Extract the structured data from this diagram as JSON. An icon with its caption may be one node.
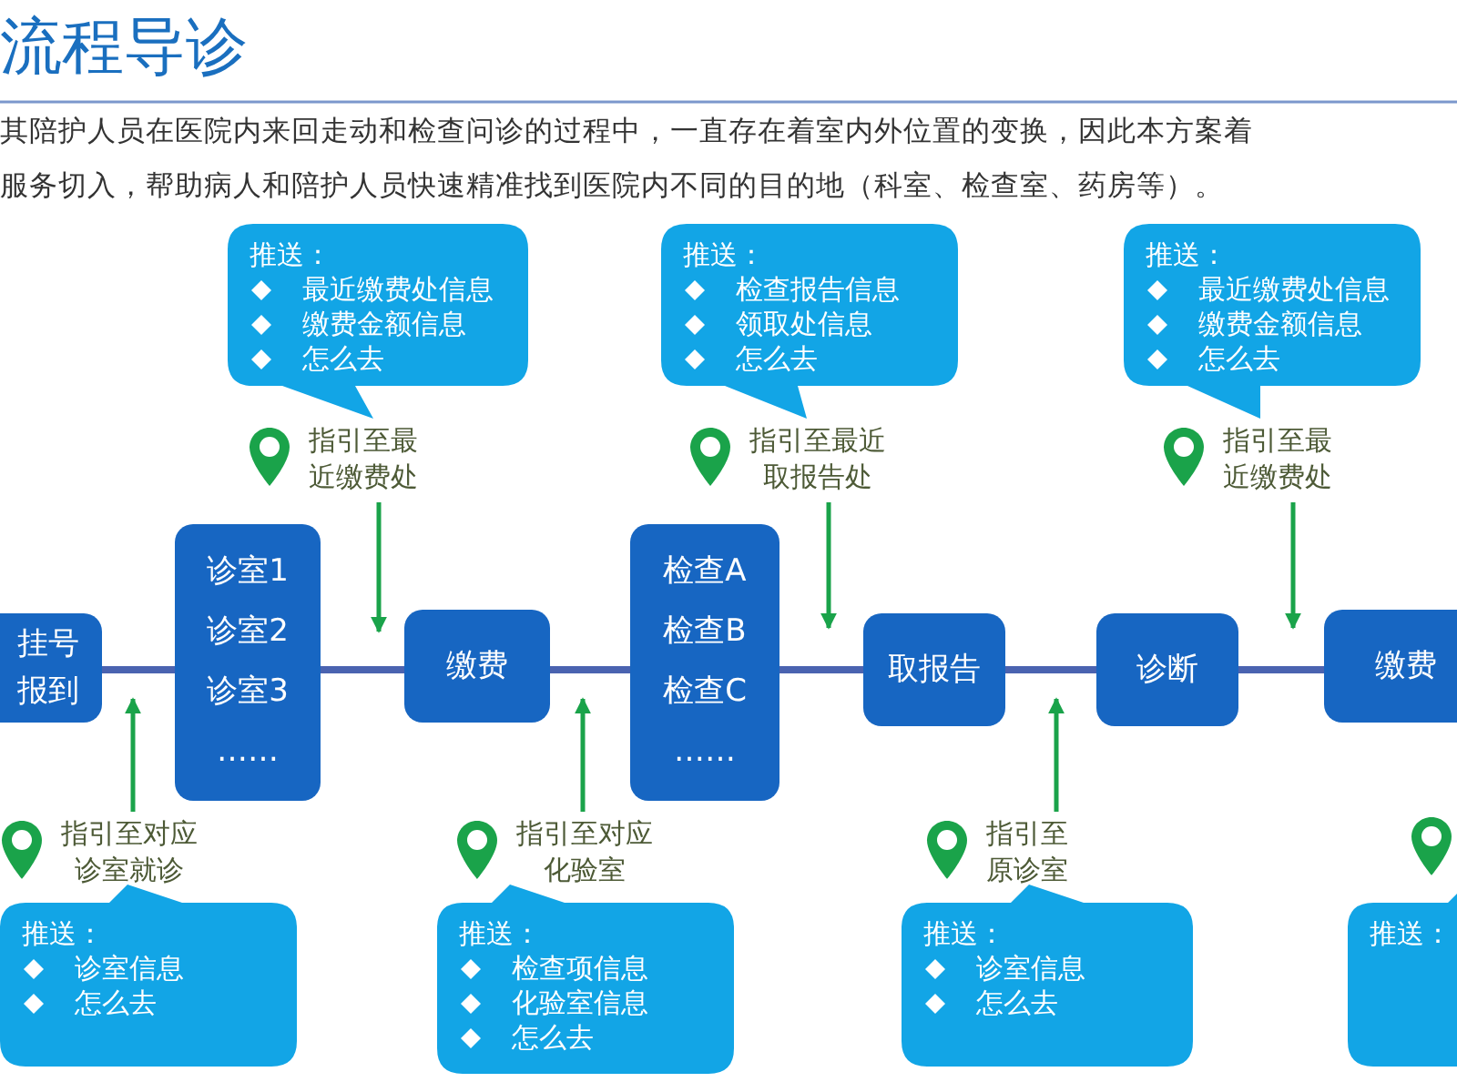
{
  "diagram": {
    "title": "流程导诊",
    "nodes": [
      {
        "text": [
          "推送：",
          "最近缴费处信息",
          "缴费金额信息",
          "怎么去"
        ]
      },
      {
        "text": [
          "推送：",
          "检查报告信息",
          "领取处信息",
          "怎么去"
        ]
      },
      {
        "text": [
          "推送：",
          "最近缴费处信息",
          "缴费金额信息",
          "怎么去"
        ]
      },
      {
        "text": [
          "指引至最近缴费处"
        ]
      },
      {
        "text": [
          "指引至最近取报告处"
        ]
      },
      {
        "text": [
          "指引至最近缴费处"
        ]
      },
      {
        "text": [
          "挂号报到"
        ]
      },
      {
        "text": [
          "诊室1",
          "诊室2",
          "诊室3",
          "……"
        ]
      },
      {
        "text": [
          "缴费"
        ]
      },
      {
        "text": [
          "检查A",
          "检查B",
          "检查C",
          "……"
        ]
      },
      {
        "text": [
          "取报告"
        ]
      },
      {
        "text": [
          "诊断"
        ]
      },
      {
        "text": [
          "缴费"
        ]
      },
      {
        "text": [
          "指引至对应诊室就诊"
        ]
      },
      {
        "text": [
          "指引至对应化验室"
        ]
      },
      {
        "text": [
          "指引至原诊室"
        ]
      },
      {
        "text": [],
        "shape": "pin"
      },
      {
        "text": [
          "推送：",
          "诊室信息",
          "怎么去"
        ]
      },
      {
        "text": [
          "推送：",
          "检查项信息",
          "化验室信息",
          "怎么去"
        ]
      },
      {
        "text": [
          "推送：",
          "诊室信息",
          "怎么去"
        ]
      },
      {
        "text": [
          "推送："
        ]
      }
    ],
    "edges": [
      {
        "from": 6,
        "to": 7,
        "arrow": "none"
      },
      {
        "from": 7,
        "to": 8,
        "arrow": "none"
      },
      {
        "from": 8,
        "to": 9,
        "arrow": "none"
      },
      {
        "from": 9,
        "to": 10,
        "arrow": "none"
      },
      {
        "from": 10,
        "to": 11,
        "arrow": "none"
      },
      {
        "from": 11,
        "to": 12,
        "arrow": "none"
      },
      {
        "from": 3,
        "to": 8,
        "arrow": "to",
        "color": "#1aa34a"
      },
      {
        "from": 4,
        "to": 10,
        "arrow": "to",
        "color": "#1aa34a"
      },
      {
        "from": 5,
        "to": 12,
        "arrow": "to",
        "color": "#1aa34a"
      },
      {
        "from": 13,
        "to": 6,
        "arrow": "to",
        "color": "#1aa34a"
      },
      {
        "from": 14,
        "to": 8,
        "arrow": "to",
        "color": "#1aa34a"
      },
      {
        "from": 15,
        "to": 11,
        "arrow": "to",
        "color": "#1aa34a"
      }
    ],
    "labels": [
      "其陪护人员在医院内来回走动和检查问诊的过程中，一直存在着室内外位置的变换，因此本方案着",
      "服务切入，帮助病人和陪护人员快速精准找到医院内不同的目的地（科室、检查室、药房等）。"
    ]
  }
}
